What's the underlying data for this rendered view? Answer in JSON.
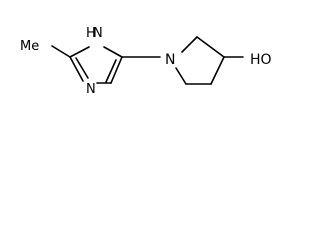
{
  "molecule": {
    "labels": {
      "methyl": "Me",
      "nh_h": "H",
      "nh_n": "N",
      "imine_n": "N",
      "pyrrolidine_n": "N",
      "hydroxyl": "HO"
    }
  }
}
